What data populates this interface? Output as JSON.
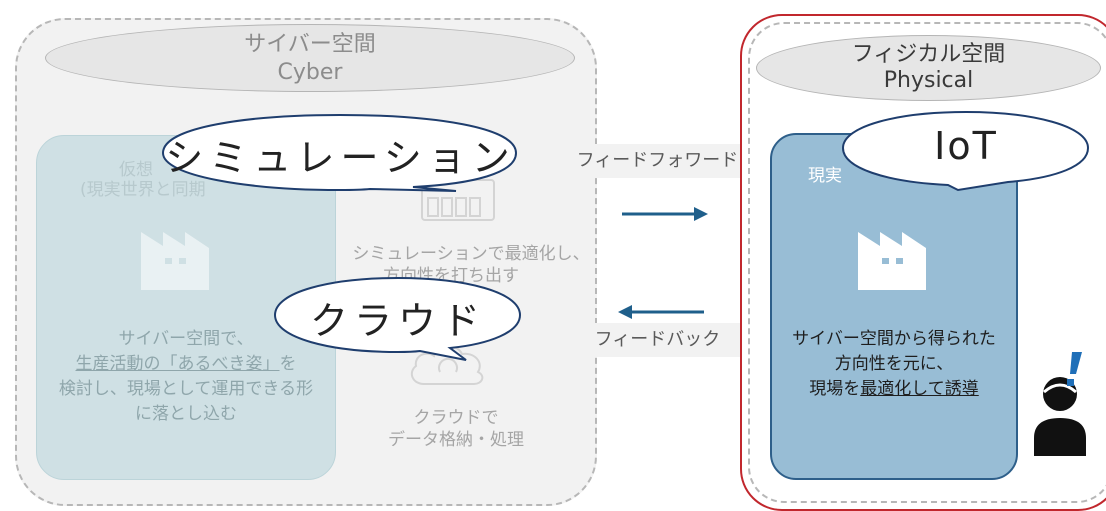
{
  "cyber": {
    "title_jp": "サイバー空間",
    "title_en": "Cyber",
    "virtual_box": {
      "heading_line1": "仮想",
      "heading_line2": "(現実世界と同期",
      "desc_line1": "サイバー空間で、",
      "desc_line2_underlined": "生産活動の「あるべき姿」",
      "desc_line2_tail": "を",
      "desc_line3": "検討し、現場として運用できる形",
      "desc_line4": "に落とし込む"
    },
    "simulation_note_line1": "シミュレーションで最適化し、",
    "simulation_note_line2": "方向性を打ち出す",
    "cloud_note_line1": "クラウドで",
    "cloud_note_line2": "データ格納・処理"
  },
  "physical": {
    "title_jp": "フィジカル空間",
    "title_en": "Physical",
    "real_box": {
      "heading": "現実",
      "desc_line1": "サイバー空間から得られた",
      "desc_line2": "方向性を元に、",
      "desc_line3_head": "現場を",
      "desc_line3_underlined": "最適化して誘導"
    }
  },
  "flows": {
    "feedforward": "フィードフォワード",
    "feedback": "フィードバック"
  },
  "callouts": {
    "simulation": "シミュレーション",
    "cloud": "クラウド",
    "iot": "IoT"
  },
  "icons": [
    "factory-icon",
    "server-icon",
    "cloud-icon",
    "person-icon",
    "exclamation-icon",
    "arrow-right-icon",
    "arrow-left-icon"
  ],
  "colors": {
    "physical_border": "#c1272d",
    "real_box_fill": "#98bdd5",
    "real_box_border": "#2e5f8a",
    "arrow": "#1f5f8b",
    "virtual_box_fill": "#cfe0e4",
    "callout_border": "#1f3e6e"
  }
}
